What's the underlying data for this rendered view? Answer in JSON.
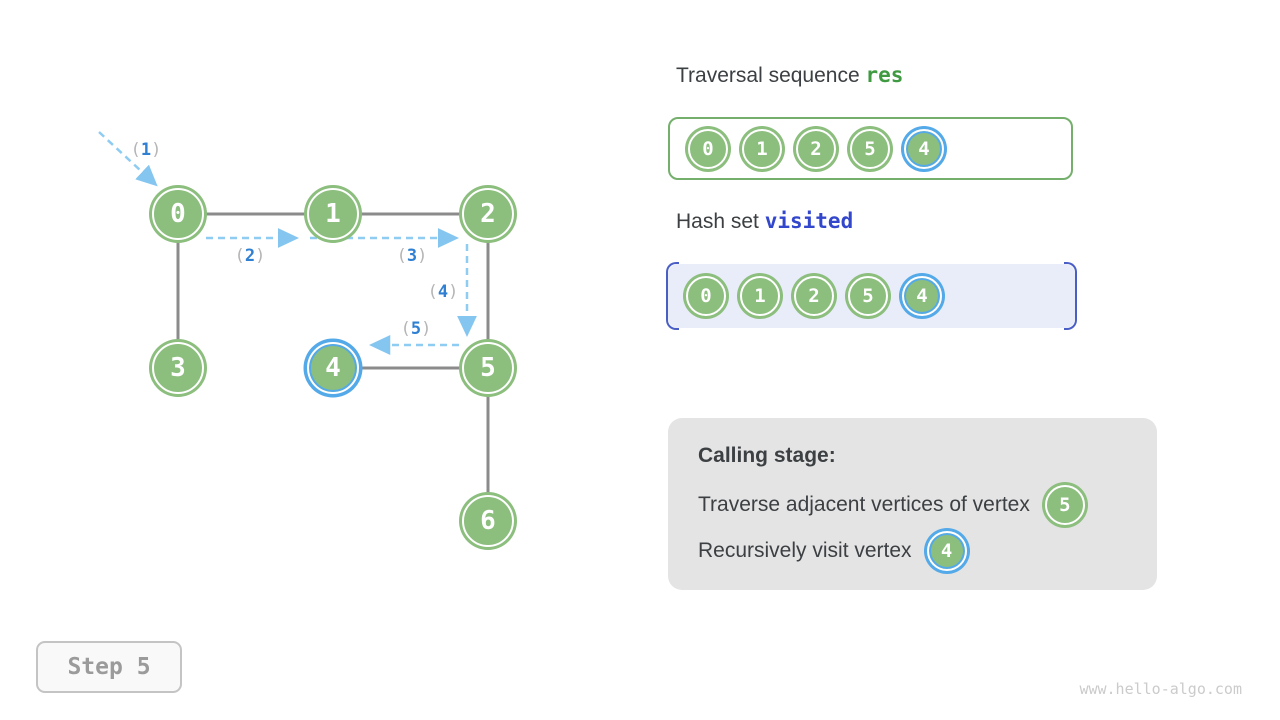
{
  "graph": {
    "nodes": [
      {
        "label": "0"
      },
      {
        "label": "1"
      },
      {
        "label": "2"
      },
      {
        "label": "3"
      },
      {
        "label": "4"
      },
      {
        "label": "5"
      },
      {
        "label": "6"
      }
    ],
    "order_labels": {
      "open": "(",
      "close": ")",
      "steps": [
        "1",
        "2",
        "3",
        "4",
        "5"
      ]
    }
  },
  "traversal_panel": {
    "title": "Traversal sequence ",
    "code": "res",
    "items": [
      "0",
      "1",
      "2",
      "5",
      "4"
    ]
  },
  "visited_panel": {
    "title": "Hash set ",
    "code": "visited",
    "items": [
      "0",
      "1",
      "2",
      "5",
      "4"
    ]
  },
  "calling_panel": {
    "title": "Calling stage:",
    "line1": "Traverse adjacent vertices of vertex",
    "line1_node": "5",
    "line2": "Recursively visit vertex",
    "line2_node": "4"
  },
  "step_badge": {
    "label": "Step 5"
  },
  "watermark": "www.hello-algo.com",
  "colors": {
    "node_green": "#8CBE7E",
    "highlight_blue": "#54A9E8",
    "edge_gray": "#8B8B8B",
    "dashed_arrow_blue": "#8FCCF2",
    "order_digit_blue": "#2F7FD2",
    "order_paren_gray": "#B5B5B5",
    "res_box_border_green": "#74B06C",
    "res_code_green": "#3F9A42",
    "visited_code_blue": "#3347CC",
    "hash_fill_lavender": "#E9EDF9",
    "hash_bracket_indigo": "#4A5FC5",
    "calling_box_gray": "#E4E4E4",
    "text_dark": "#3C4043"
  }
}
